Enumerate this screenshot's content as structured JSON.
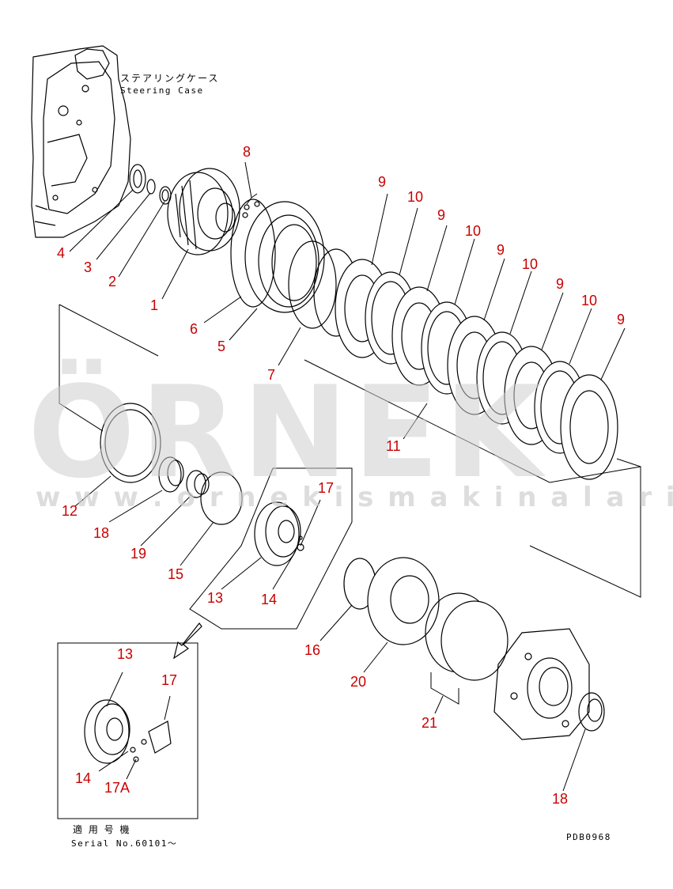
{
  "labels": {
    "steering_case_jp": "ステアリングケース",
    "steering_case_en": "Steering Case",
    "serial_jp": "適 用 号 機",
    "serial_en": "Serial No.60101〜",
    "drawing_code": "PDB0968"
  },
  "watermark": {
    "brand": "ÖRNEK",
    "url": "w w w . o r n e k i s m a k i n a l a r i . c o m . t r"
  },
  "callouts": [
    {
      "id": "c1",
      "text": "1"
    },
    {
      "id": "c2",
      "text": "2"
    },
    {
      "id": "c3",
      "text": "3"
    },
    {
      "id": "c4",
      "text": "4"
    },
    {
      "id": "c5",
      "text": "5"
    },
    {
      "id": "c6",
      "text": "6"
    },
    {
      "id": "c7",
      "text": "7"
    },
    {
      "id": "c8",
      "text": "8"
    },
    {
      "id": "c9a",
      "text": "9"
    },
    {
      "id": "c9b",
      "text": "9"
    },
    {
      "id": "c9c",
      "text": "9"
    },
    {
      "id": "c9d",
      "text": "9"
    },
    {
      "id": "c9e",
      "text": "9"
    },
    {
      "id": "c10a",
      "text": "10"
    },
    {
      "id": "c10b",
      "text": "10"
    },
    {
      "id": "c10c",
      "text": "10"
    },
    {
      "id": "c10d",
      "text": "10"
    },
    {
      "id": "c11",
      "text": "11"
    },
    {
      "id": "c12",
      "text": "12"
    },
    {
      "id": "c13a",
      "text": "13"
    },
    {
      "id": "c13b",
      "text": "13"
    },
    {
      "id": "c14a",
      "text": "14"
    },
    {
      "id": "c14b",
      "text": "14"
    },
    {
      "id": "c15",
      "text": "15"
    },
    {
      "id": "c16",
      "text": "16"
    },
    {
      "id": "c17a",
      "text": "17"
    },
    {
      "id": "c17b",
      "text": "17"
    },
    {
      "id": "c17A",
      "text": "17A"
    },
    {
      "id": "c18a",
      "text": "18"
    },
    {
      "id": "c18b",
      "text": "18"
    },
    {
      "id": "c19",
      "text": "19"
    },
    {
      "id": "c20",
      "text": "20"
    },
    {
      "id": "c21",
      "text": "21"
    }
  ],
  "colors": {
    "callout": "#c80000",
    "line": "#000000",
    "watermark": "#cfcfcf",
    "accent": "#f5d98a"
  }
}
